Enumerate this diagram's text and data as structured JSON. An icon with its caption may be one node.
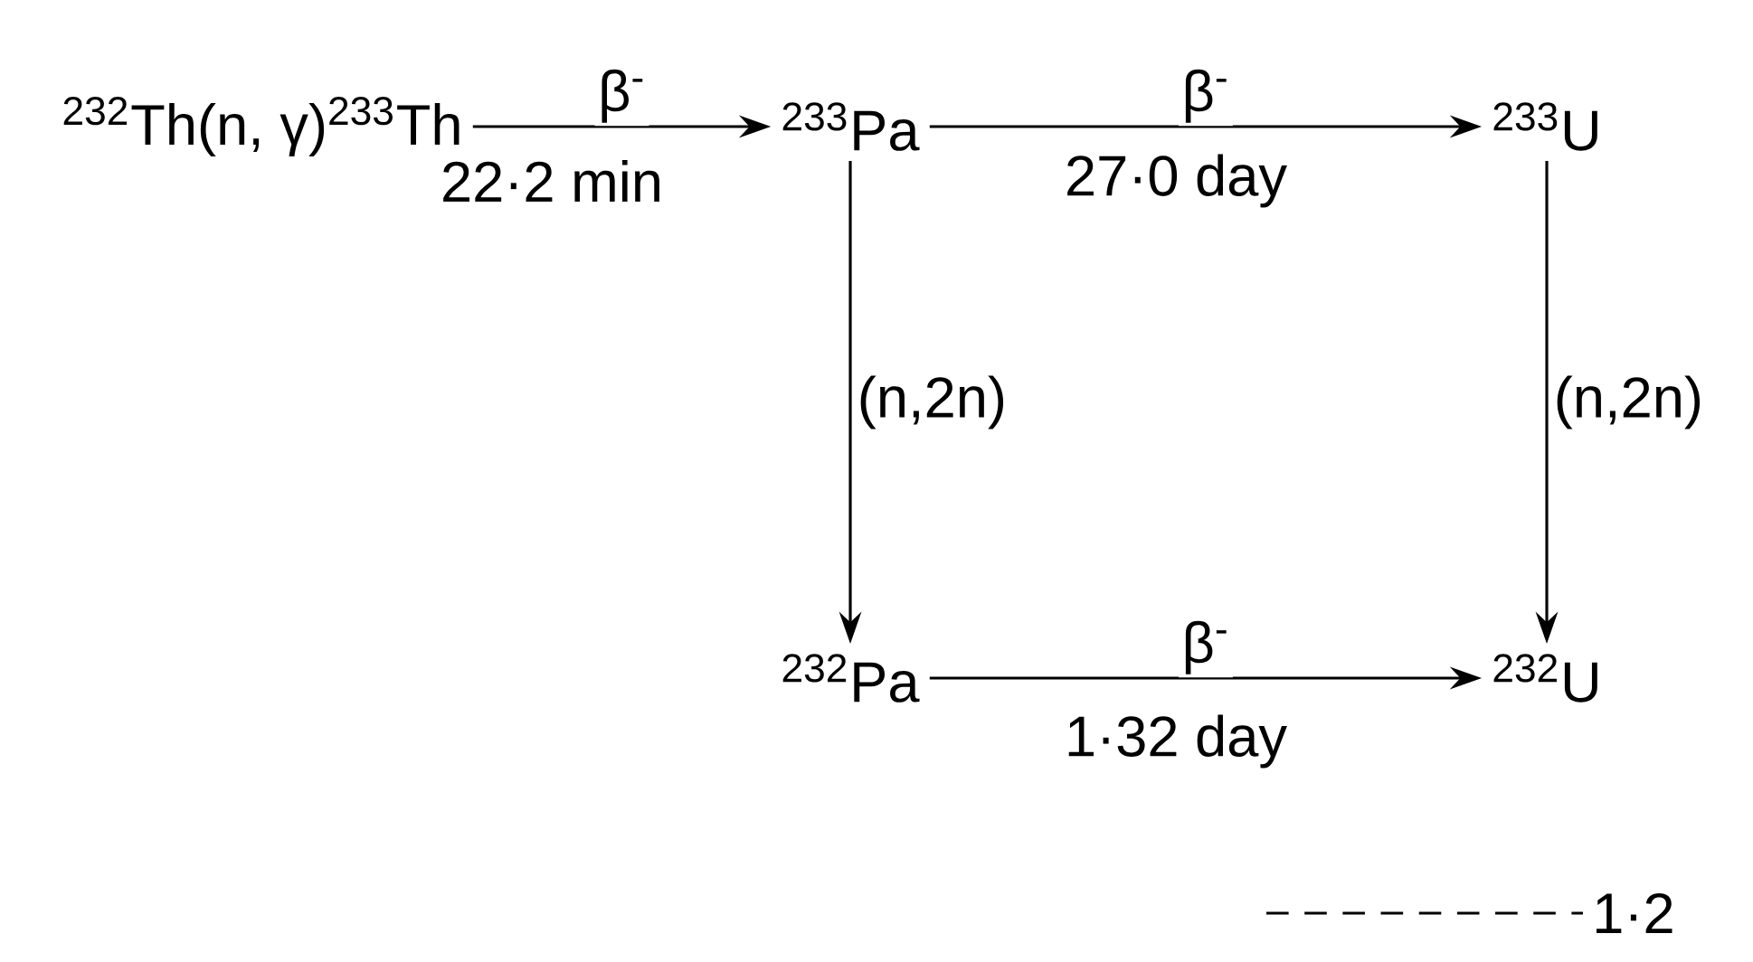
{
  "diagram": {
    "nodes": [
      {
        "text": [
          "$^{232}$Th(n, γ)$^{233}$Th"
        ]
      },
      {
        "text": [
          "$^{233}$Pa"
        ]
      },
      {
        "text": [
          "$^{233}$U"
        ]
      },
      {
        "text": [
          "$^{232}$Pa"
        ]
      },
      {
        "text": [
          "$^{232}$U"
        ]
      }
    ],
    "edges": [
      {
        "from": 0,
        "to": 1,
        "arrow": "to",
        "label": "β$^{-}$"
      },
      {
        "from": 1,
        "to": 2,
        "arrow": "to",
        "label": "β$^{-}$"
      },
      {
        "from": 1,
        "to": 3,
        "arrow": "to",
        "label": "(n,2n)"
      },
      {
        "from": 2,
        "to": 4,
        "arrow": "to",
        "label": "(n,2n)"
      },
      {
        "from": 3,
        "to": 4,
        "arrow": "to",
        "label": "β$^{-}$"
      }
    ],
    "labels": [
      "22·2 min",
      "27·0 day",
      "1·32 day",
      "1·2"
    ]
  }
}
